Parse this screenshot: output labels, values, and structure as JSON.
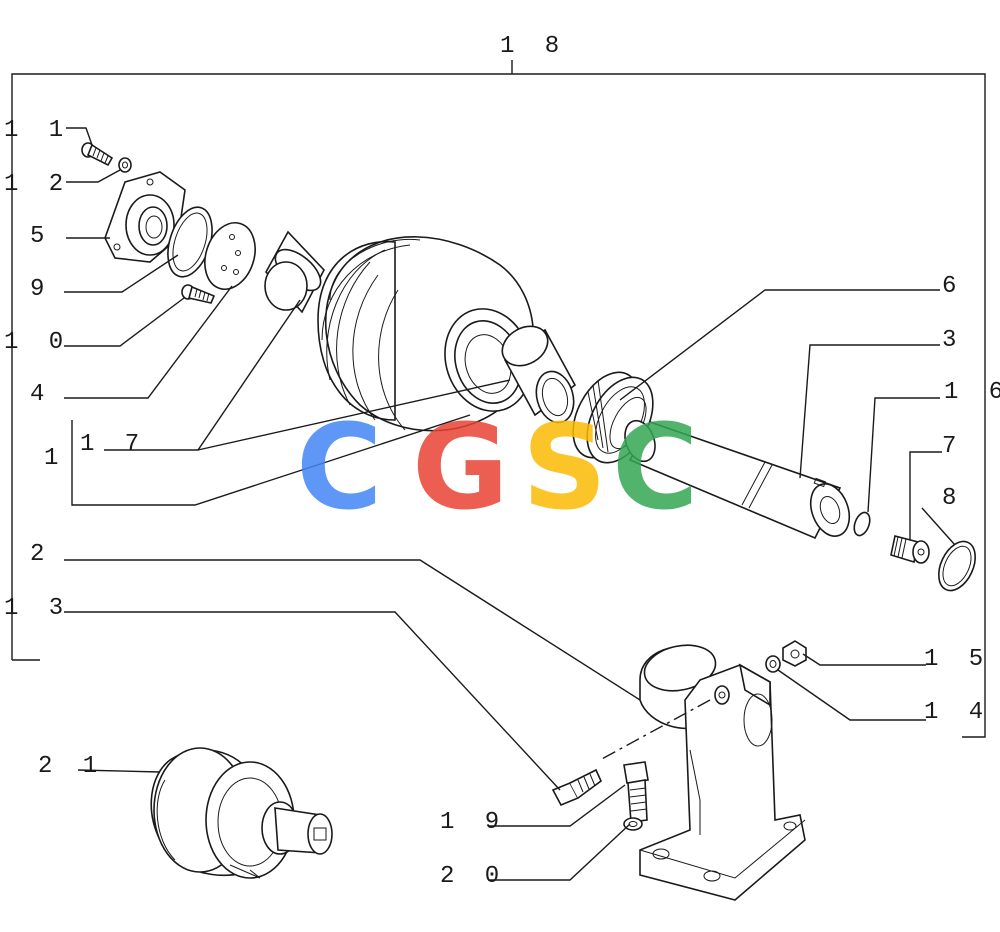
{
  "labels": {
    "l18": "1 8",
    "l11": "1 1",
    "l12": "1 2",
    "l5": "5",
    "l9": "9",
    "l10": "1 0",
    "l4": "4",
    "l1": "1",
    "l17": "1 7",
    "l2": "2",
    "l13": "1 3",
    "l6": "6",
    "l3": "3",
    "l16": "1 6",
    "l7": "7",
    "l8": "8",
    "l15": "1 5",
    "l14": "1 4",
    "l21": "2 1",
    "l19": "1 9",
    "l20": "2 0"
  },
  "watermark": {
    "letters": [
      "C",
      "G",
      "S",
      "C"
    ],
    "colors": [
      "#4285f4",
      "#ea4335",
      "#fbbc05",
      "#34a853"
    ]
  }
}
